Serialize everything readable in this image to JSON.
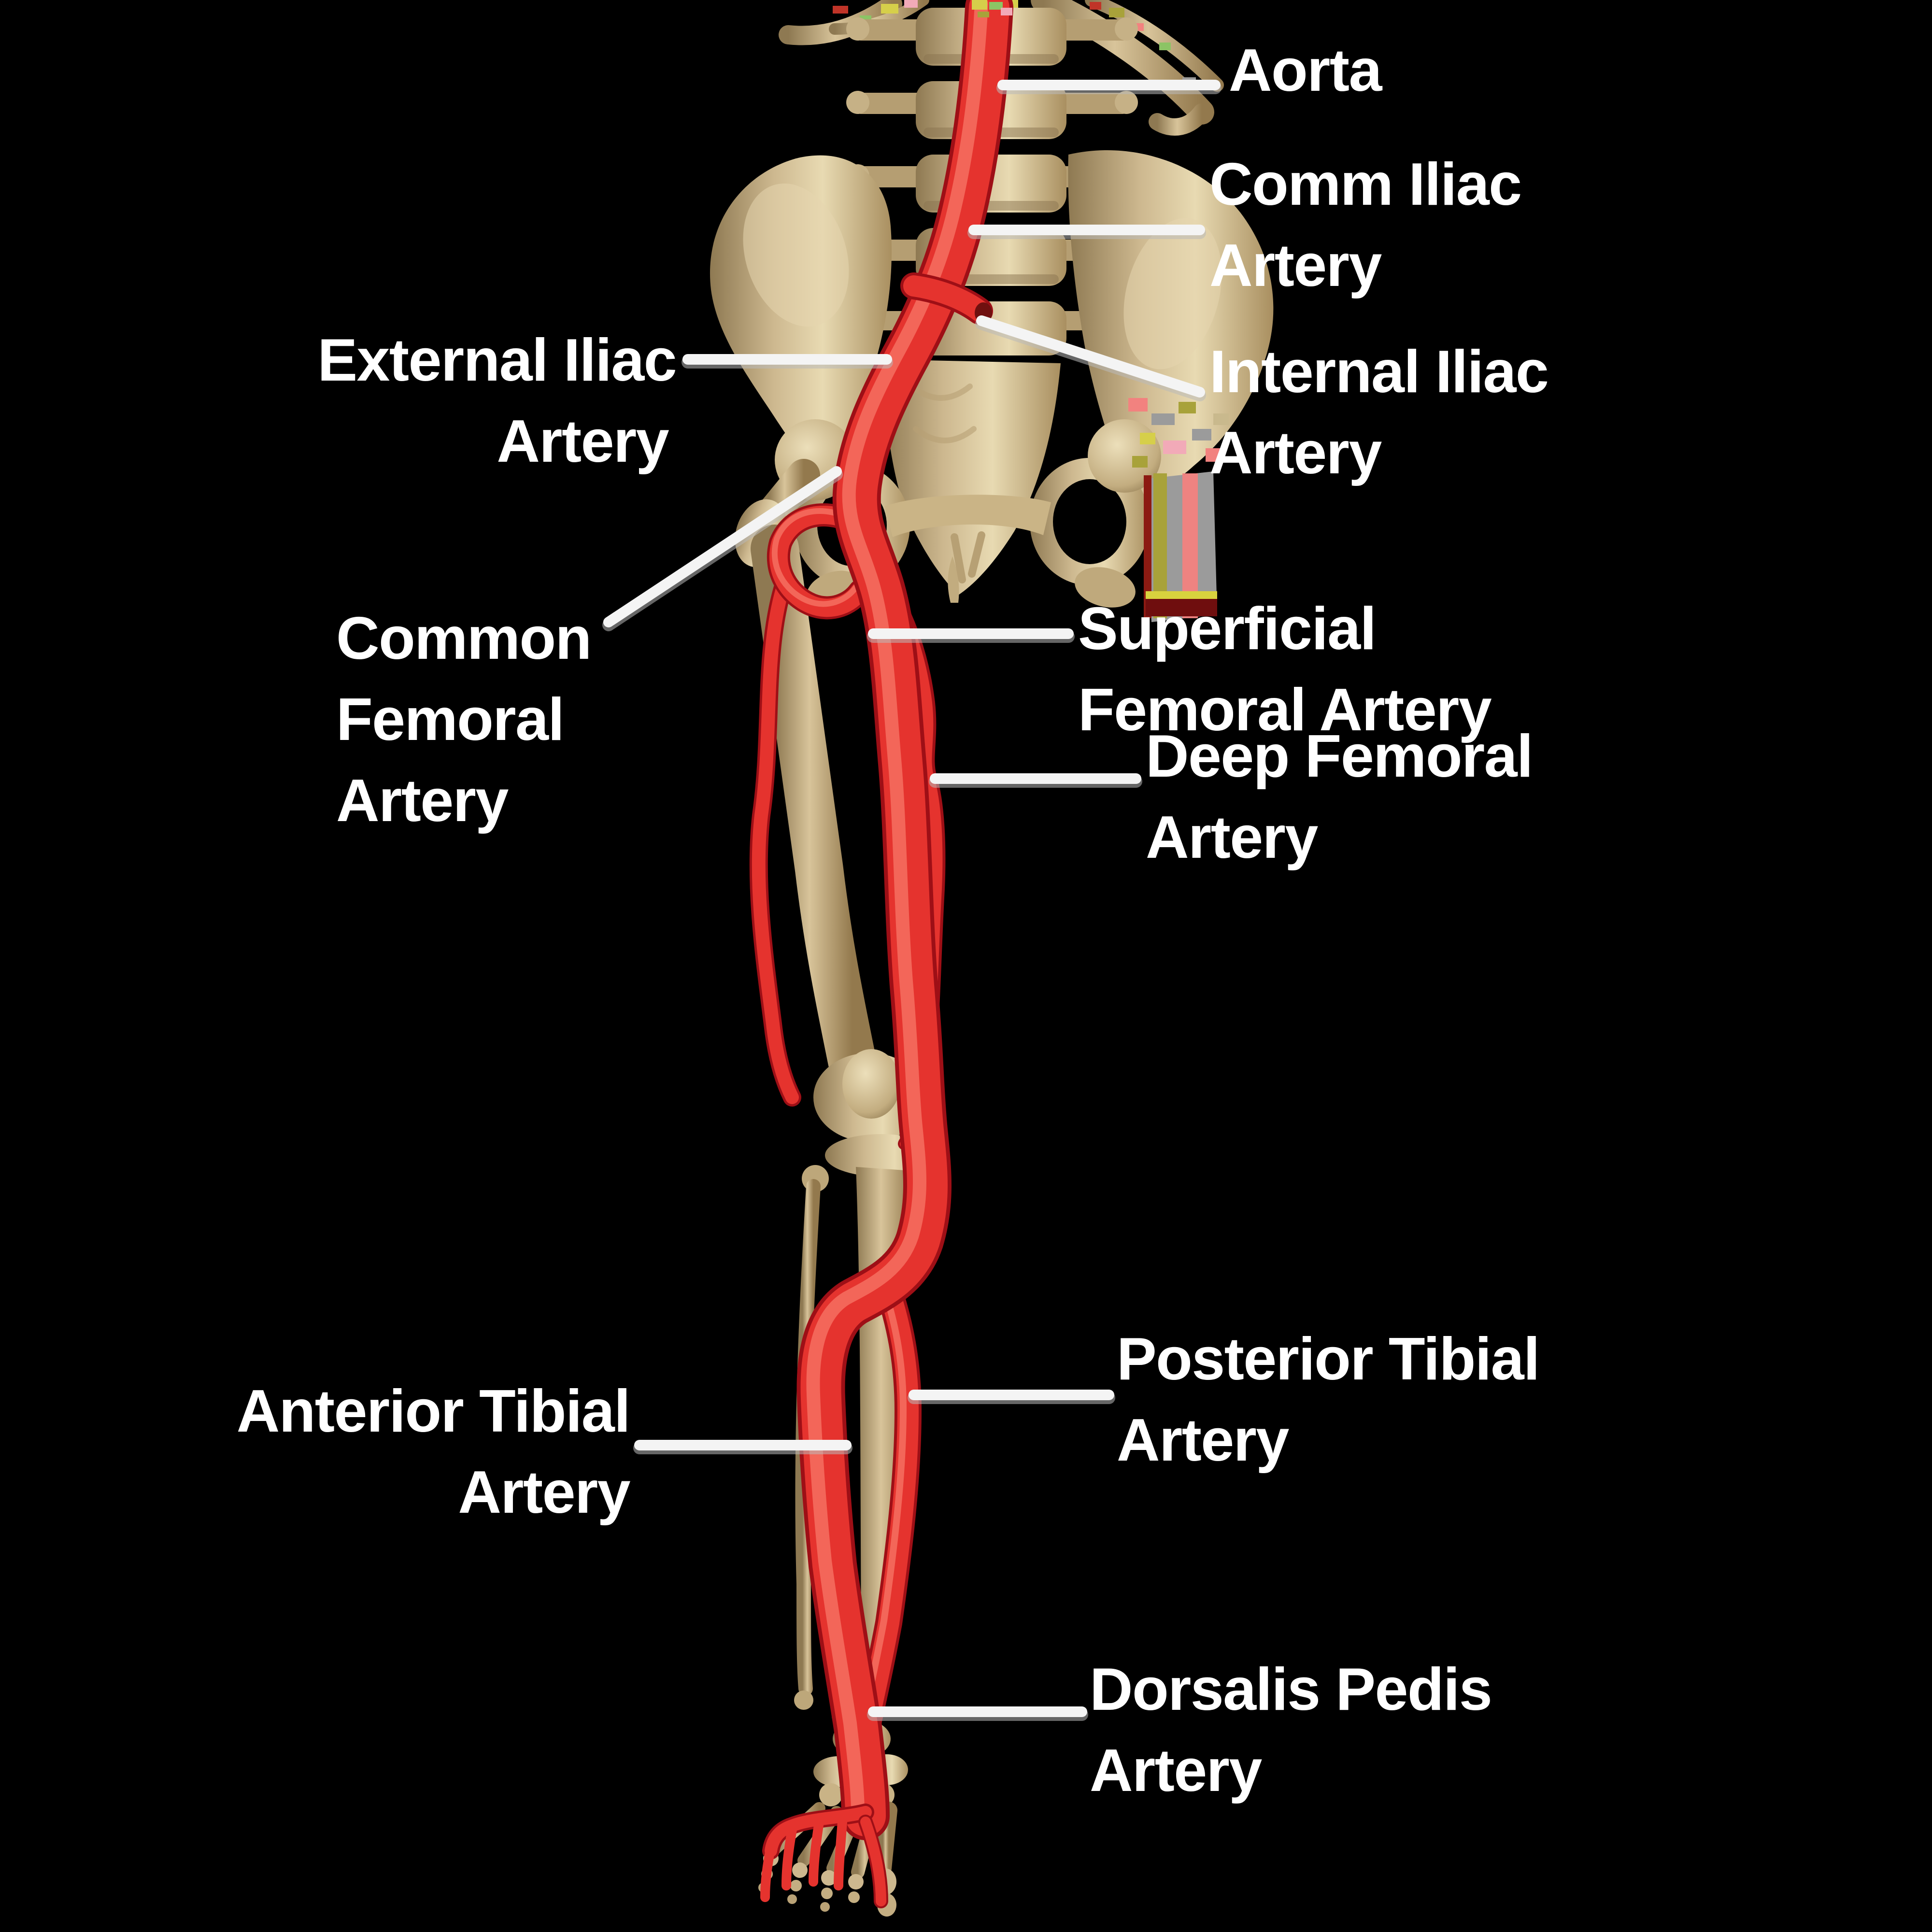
{
  "page": {
    "background": "#000000"
  },
  "colors": {
    "bone": "#cdb88f",
    "bone_shadow": "#8e7952",
    "bone_highlight": "#e8dab2",
    "artery_red": "#e5332e",
    "artery_highlight": "#ff8f7d",
    "artery_shadow": "#9e0f16",
    "leader_line": "#f4f4f4",
    "label_text": "#ffffff",
    "glitch_salmon": "#f2827f",
    "glitch_gray": "#9b9b9b",
    "glitch_olive": "#a8a23a",
    "glitch_yellow": "#d6cf4a"
  },
  "labels": {
    "aorta": {
      "line1": "Aorta"
    },
    "comm_iliac": {
      "line1": "Comm Iliac",
      "line2": "Artery"
    },
    "external_iliac": {
      "line1": "External Iliac",
      "line2": "Artery"
    },
    "internal_iliac": {
      "line1": "Internal Iliac",
      "line2": "Artery"
    },
    "common_femoral": {
      "line1": "Common",
      "line2": "Femoral",
      "line3": "Artery"
    },
    "superficial_femoral": {
      "line1": "Superficial",
      "line2": "Femoral Artery"
    },
    "deep_femoral": {
      "line1": "Deep Femoral",
      "line2": "Artery"
    },
    "anterior_tibial": {
      "line1": "Anterior Tibial",
      "line2": "Artery"
    },
    "posterior_tibial": {
      "line1": "Posterior Tibial",
      "line2": "Artery"
    },
    "dorsalis_pedis": {
      "line1": "Dorsalis Pedis",
      "line2": "Artery"
    }
  }
}
